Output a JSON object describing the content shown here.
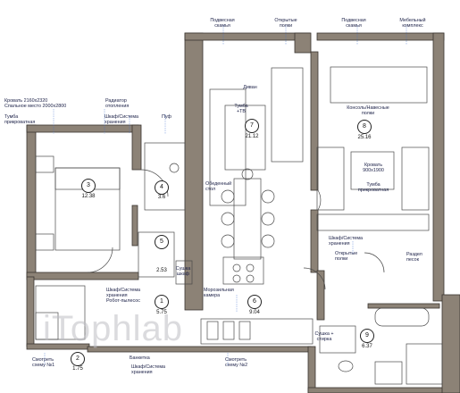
{
  "colors": {
    "wall": "#8c8276",
    "wall_outline": "#3a3530",
    "line": "#4a4a4a",
    "annotation": "#1a1f46",
    "dim_line": "#3d6fd0"
  },
  "watermark": "iTophlab",
  "rooms": [
    {
      "num": "1",
      "area": "5.75"
    },
    {
      "num": "2",
      "area": "1.75"
    },
    {
      "num": "3",
      "area": "12.38"
    },
    {
      "num": "4",
      "area": "3.6"
    },
    {
      "num": "5",
      "area": "2.53"
    },
    {
      "num": "6",
      "area": "9.04"
    },
    {
      "num": "7",
      "area": "21.12"
    },
    {
      "num": "8",
      "area": "25.16"
    },
    {
      "num": "9",
      "area": "6.37"
    }
  ],
  "labels": {
    "podvesnaya_1": "Подвесная\nскамья",
    "otkrytye_polki_top": "Открытые\nполки",
    "podvesnaya_2": "Подвесная\nскамья",
    "mebel_kompleks": "Мебельный\nкомплекс",
    "krovat_3": "Кровать 2160х2320\nСпальное место 2000х2800",
    "radiator": "Радиатор\nотопления",
    "tumba_prikrov_3": "Тумба\nприкроватная",
    "shkaf_3": "Шкаф/Система\nхранения",
    "puf": "Пуф",
    "divan": "Диван",
    "tumba_tv": "Тумба\n+ТВ",
    "konsol_polki": "Консоль/Навесные\nполки",
    "obedenny_stol": "Обеденный\nстол",
    "krovat_8": "Кровать\n900х1900",
    "tumba_prikrov_8": "Тумба\nприкроватная",
    "shkaf_8": "Шкаф/Система\nхранения",
    "sushka": "Сушка\nшкаф",
    "shkaf_robot": "Шкаф/Система\nхранения\nРобот-пылесос",
    "moroz_kamera": "Морозильная\nкамера",
    "otkrytye_polki_mid": "Открытые\nполки",
    "razdel_pesok": "Раздел\nпесок",
    "smotret_1": "Смотреть\nсхему №1",
    "bankedka": "Банкетка",
    "shkaf_bottom": "Шкаф/Система\nхранения",
    "smotret_2": "Смотреть\nсхему №2",
    "sushka_stir": "Сушка +\nстирка"
  }
}
